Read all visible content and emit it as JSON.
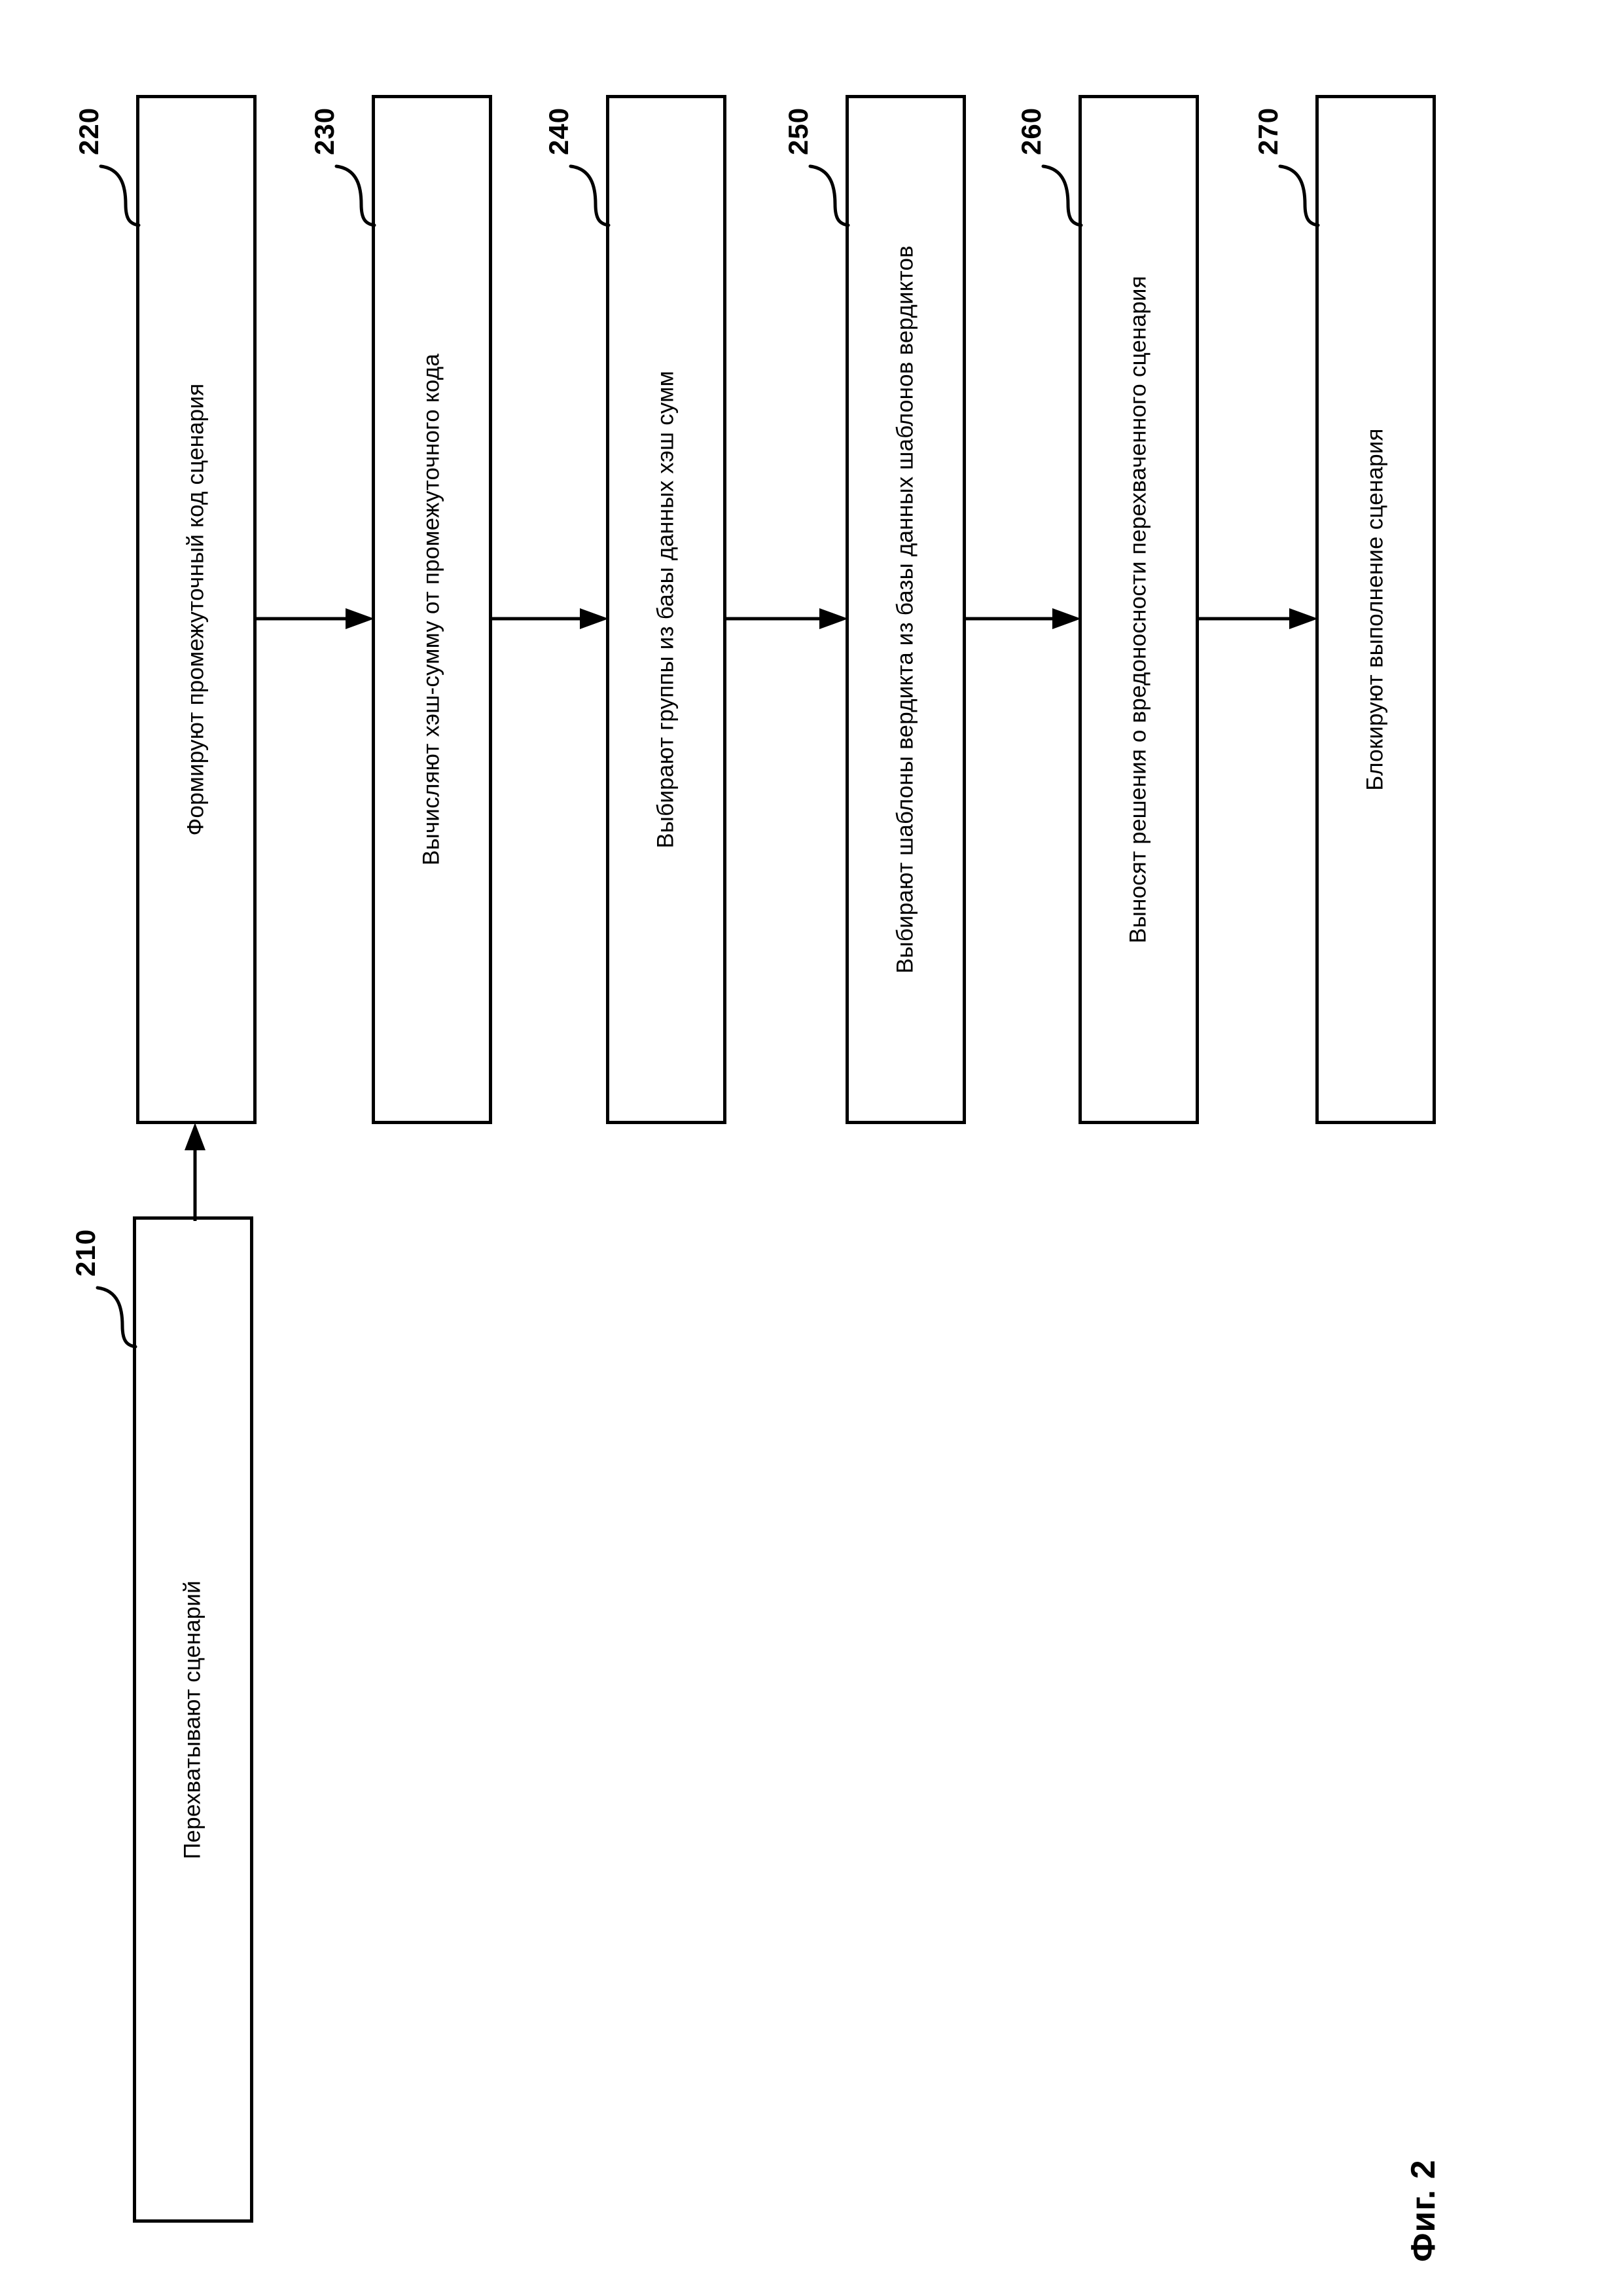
{
  "figure": {
    "caption": "Фиг. 2",
    "orientation": "landscape-rotated-90ccw",
    "background_color": "#ffffff",
    "line_color": "#000000"
  },
  "flowchart": {
    "nodes": [
      {
        "ref": "210",
        "label": "Перехватывают сценарий",
        "lines": [
          "Перехватывают сценарий"
        ]
      },
      {
        "ref": "220",
        "label": "Формируют промежуточный код сценария",
        "lines": [
          "Формируют промежуточный код сценария"
        ]
      },
      {
        "ref": "230",
        "label": "Вычисляют хэш-сумму от промежуточного кода",
        "lines": [
          "Вычисляют хэш-сумму от промежуточного кода"
        ]
      },
      {
        "ref": "240",
        "label": "Выбирают группы из базы данных хэш сумм",
        "lines": [
          "Выбирают группы из базы данных хэш сумм"
        ]
      },
      {
        "ref": "250",
        "label": "Выбирают шаблоны вердикта из базы данных шаблонов вердиктов",
        "lines": [
          "Выбирают шаблоны вердикта из базы данных шаблонов",
          "вердиктов"
        ]
      },
      {
        "ref": "260",
        "label": "Выносят решения о вредоносности перехваченного сценария",
        "lines": [
          "Выносят решения о вредоносности перехваченного сценария"
        ]
      },
      {
        "ref": "270",
        "label": "Блокируют выполнение сценария",
        "lines": [
          "Блокируют выполнение сценария"
        ]
      }
    ],
    "edges": [
      {
        "from": "210",
        "to": "220",
        "direction": "up"
      },
      {
        "from": "220",
        "to": "230",
        "direction": "right"
      },
      {
        "from": "230",
        "to": "240",
        "direction": "right"
      },
      {
        "from": "240",
        "to": "250",
        "direction": "right"
      },
      {
        "from": "250",
        "to": "260",
        "direction": "right"
      },
      {
        "from": "260",
        "to": "270",
        "direction": "right"
      }
    ]
  }
}
